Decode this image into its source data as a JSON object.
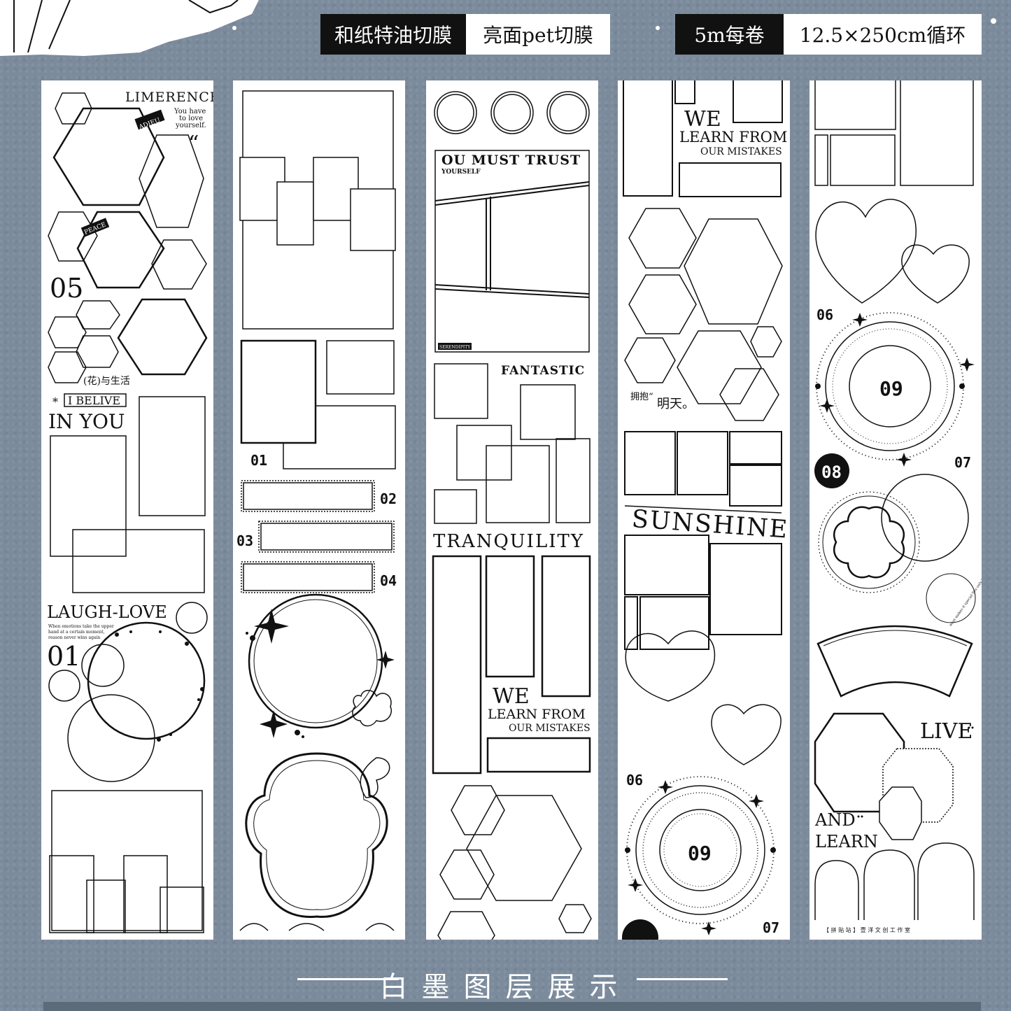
{
  "tags": [
    {
      "label": "和纸特油切膜",
      "style": "dark"
    },
    {
      "label": "亮面pet切膜",
      "style": "light"
    },
    {
      "label": "5m每卷",
      "style": "dark"
    },
    {
      "label": "12.5×250cm循环",
      "style": "light"
    }
  ],
  "strips": {
    "s1": {
      "limerence": "LIMERENCE",
      "adieu": "ADIEU",
      "love_lines": [
        "You have",
        "to love",
        "yourself."
      ],
      "quote": "“",
      "peace": "PEACE",
      "num05": "05",
      "flower_life": "(花)与生活",
      "star": "*",
      "i_belive": "I BELIVE",
      "in_you": "IN YOU",
      "laugh_love": "LAUGH-LOVE",
      "small_lines": [
        "When emotions take the upper",
        "hand at a certain moment,",
        "reason never wins again"
      ],
      "num01": "01"
    },
    "s2": {
      "n01": "01",
      "n02": "02",
      "n03": "03",
      "n04": "04"
    },
    "s3": {
      "title": "OU MUST TRUST",
      "subtitle": "YOURSELF",
      "serendipity": "SERENDIPITY",
      "fantastic": "FANTASTIC",
      "tranquility": "TRANQUILITY",
      "we": "WE",
      "learn_from": "LEARN FROM",
      "our_mistakes": "OUR MISTAKES"
    },
    "s4": {
      "we": "WE",
      "learn_from": "LEARN FROM",
      "our_mistakes": "OUR MISTAKES",
      "embrace": "拥抱“",
      "tomorrow": "明天。",
      "sunshine": "SUNSHINE",
      "n06": "06",
      "n09": "09",
      "n07": "07"
    },
    "s5": {
      "n06": "06",
      "n09": "09",
      "n08": "08",
      "n07": "07",
      "ring_text": "what makes it special You only have one life, don't ",
      "live": "LIVE",
      "and": "AND",
      "learn": "LEARN",
      "credit": "【 拼 贴 站 】 壹 洋 文 创 工 作 室"
    }
  },
  "footer": {
    "title": "白墨图层展示"
  },
  "colors": {
    "background": "#7b8b9c",
    "ink": "#111111",
    "paper": "#ffffff"
  }
}
